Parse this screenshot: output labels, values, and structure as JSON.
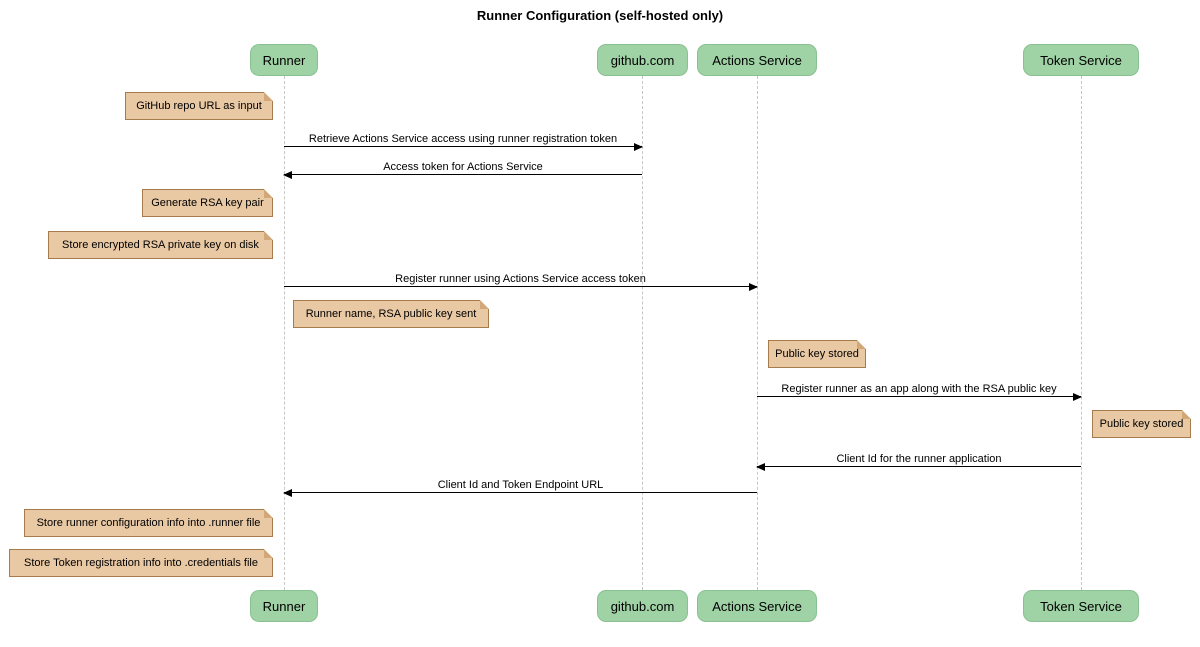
{
  "diagram": {
    "title": "Runner Configuration (self-hosted only)",
    "participants": [
      {
        "name": "Runner"
      },
      {
        "name": "github.com"
      },
      {
        "name": "Actions Service"
      },
      {
        "name": "Token Service"
      }
    ],
    "messages": [
      {
        "from": "Runner",
        "to": "github.com",
        "direction": "right",
        "label": "Retrieve Actions Service access using runner registration token"
      },
      {
        "from": "github.com",
        "to": "Runner",
        "direction": "left",
        "label": "Access token for Actions Service"
      },
      {
        "from": "Runner",
        "to": "Actions Service",
        "direction": "right",
        "label": "Register runner using Actions Service access token"
      },
      {
        "from": "Actions Service",
        "to": "Token Service",
        "direction": "right",
        "label": "Register runner as an app along with the RSA public key"
      },
      {
        "from": "Token Service",
        "to": "Actions Service",
        "direction": "left",
        "label": "Client Id for the runner application"
      },
      {
        "from": "Actions Service",
        "to": "Runner",
        "direction": "left",
        "label": "Client Id and Token Endpoint URL"
      }
    ],
    "notes": [
      {
        "anchor": "Runner",
        "side": "left",
        "text": "GitHub repo URL as input"
      },
      {
        "anchor": "Runner",
        "side": "left",
        "text": "Generate RSA key pair"
      },
      {
        "anchor": "Runner",
        "side": "left",
        "text": "Store encrypted RSA private key on disk"
      },
      {
        "anchor": "Runner",
        "side": "right",
        "text": "Runner name, RSA public key sent"
      },
      {
        "anchor": "Actions Service",
        "side": "right",
        "text": "Public key stored"
      },
      {
        "anchor": "Token Service",
        "side": "right",
        "text": "Public key stored"
      },
      {
        "anchor": "Runner",
        "side": "left",
        "text": "Store runner configuration info into .runner file"
      },
      {
        "anchor": "Runner",
        "side": "left",
        "text": "Store Token registration info into .credentials file"
      }
    ],
    "colors": {
      "background": "#FFFFFF",
      "text": "#000000",
      "actor_fill": "#9FD2A4",
      "actor_border": "#89C190",
      "note_fill": "#E9C8A4",
      "note_border": "#A77C4D",
      "note_fold": "#D2A878",
      "lifeline": "#C6C6C6",
      "arrow": "#000000"
    }
  }
}
